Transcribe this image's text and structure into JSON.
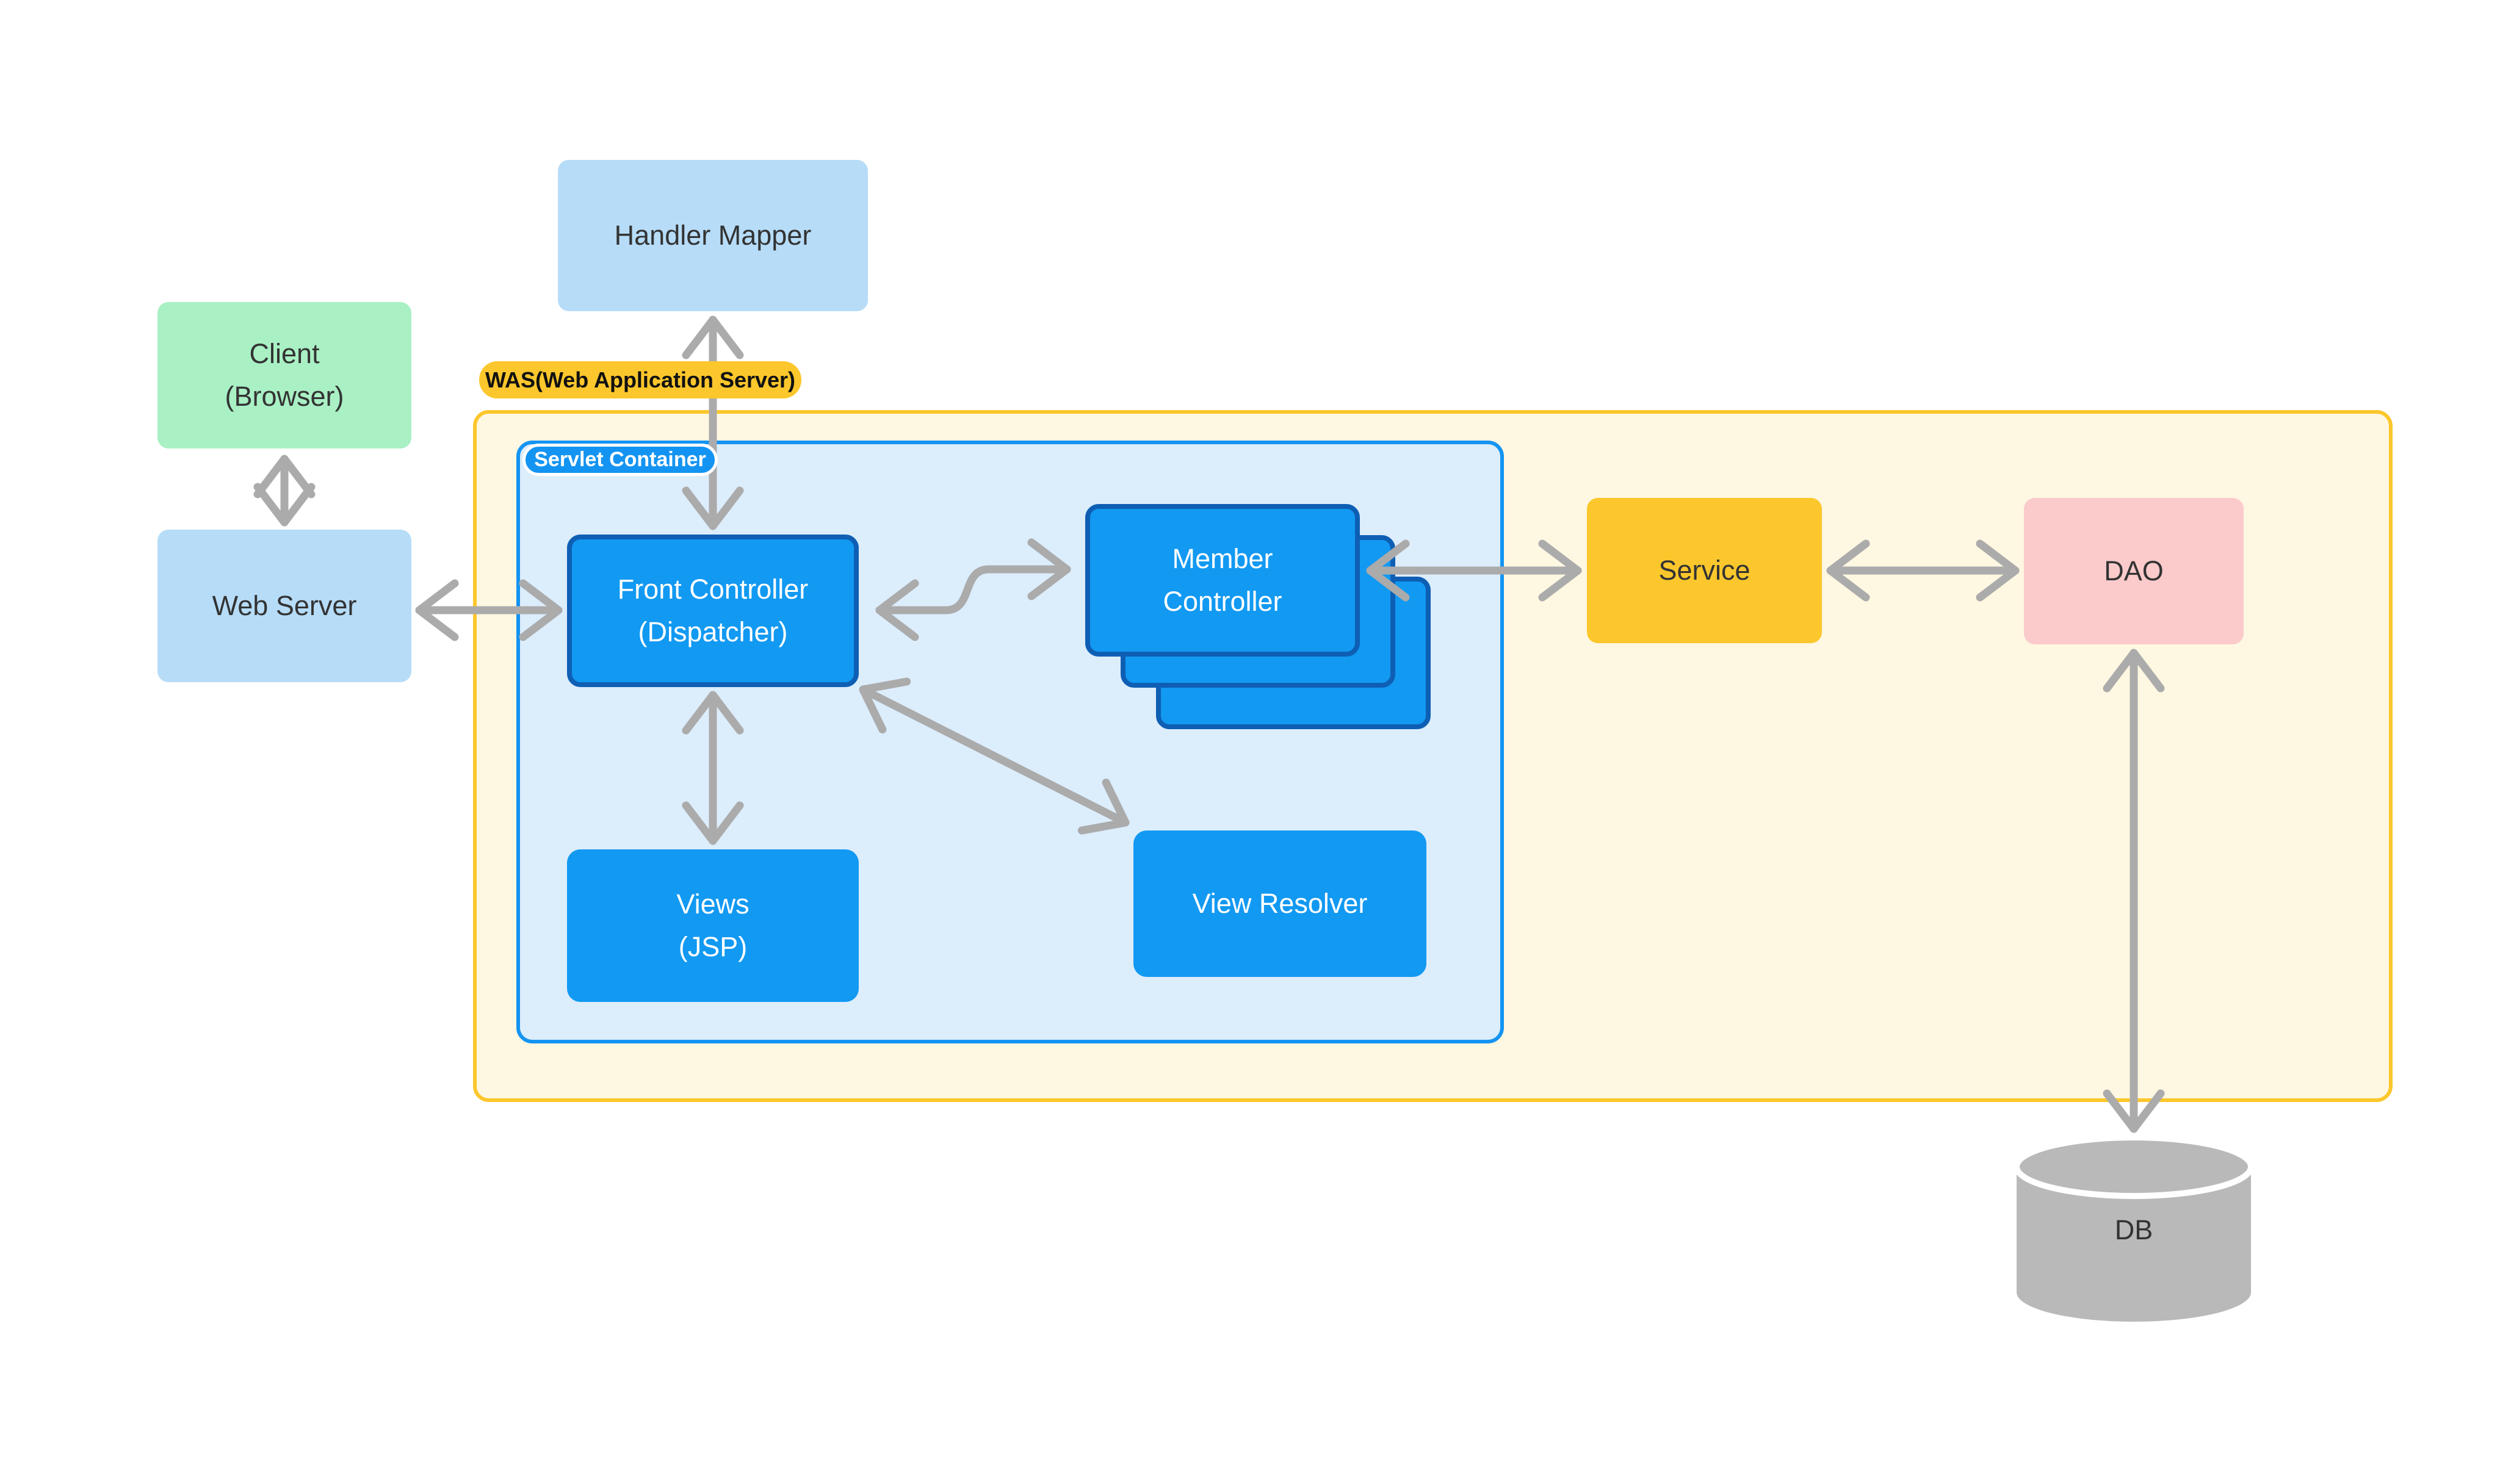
{
  "nodes": {
    "client": {
      "line1": "Client",
      "line2": "(Browser)",
      "fill": "#A9F0C4"
    },
    "web_server": {
      "label": "Web Server",
      "fill": "#B6DCF8"
    },
    "handler_mapper": {
      "label": "Handler Mapper",
      "fill": "#B6DCF8"
    },
    "was": {
      "label": "WAS(Web Application Server)",
      "fill": "#FCC72C",
      "container_fill": "#FEF7E1",
      "container_border": "#FCC72C"
    },
    "servlet_container": {
      "label": "Servlet Container",
      "fill": "#1494F2",
      "container_fill": "#DCEDFC",
      "container_border": "#1494F2"
    },
    "front_controller": {
      "line1": "Front Controller",
      "line2": "(Dispatcher)",
      "fill": "#1299F2",
      "border": "#0E5FB4"
    },
    "member_controller": {
      "line1": "Member",
      "line2": "Controller",
      "fill": "#1299F2",
      "border": "#0E5FB4",
      "stack_count": 3
    },
    "views": {
      "line1": "Views",
      "line2": "(JSP)",
      "fill": "#1299F2"
    },
    "view_resolver": {
      "label": "View Resolver",
      "fill": "#1299F2"
    },
    "service": {
      "label": "Service",
      "fill": "#FCC72C"
    },
    "dao": {
      "label": "DAO",
      "fill": "#FBCACA"
    },
    "db": {
      "label": "DB",
      "fill": "#B9B9B9"
    }
  },
  "edges": [
    {
      "from": "client",
      "to": "web_server",
      "bidirectional": true,
      "shape": "straight-vertical"
    },
    {
      "from": "web_server",
      "to": "front_controller",
      "bidirectional": true,
      "shape": "straight-horizontal"
    },
    {
      "from": "handler_mapper",
      "to": "front_controller",
      "bidirectional": true,
      "shape": "straight-vertical"
    },
    {
      "from": "front_controller",
      "to": "member_controller",
      "bidirectional": true,
      "shape": "s-curve"
    },
    {
      "from": "member_controller",
      "to": "service",
      "bidirectional": true,
      "shape": "straight-horizontal"
    },
    {
      "from": "service",
      "to": "dao",
      "bidirectional": true,
      "shape": "straight-horizontal"
    },
    {
      "from": "dao",
      "to": "db",
      "bidirectional": true,
      "shape": "straight-vertical"
    },
    {
      "from": "front_controller",
      "to": "views",
      "bidirectional": true,
      "shape": "straight-vertical"
    },
    {
      "from": "front_controller",
      "to": "view_resolver",
      "bidirectional": true,
      "shape": "diagonal"
    }
  ],
  "colors": {
    "arrow": "#ABABAB",
    "text_dark": "#333333",
    "text_light": "#FFFFFF",
    "background": "#FFFFFF",
    "db_gray": "#B9B9B9"
  }
}
